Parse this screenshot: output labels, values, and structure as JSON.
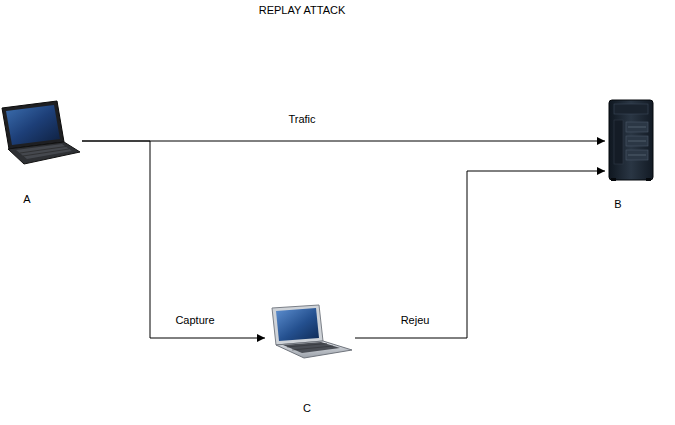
{
  "diagram": {
    "title": "REPLAY ATTACK",
    "nodes": [
      {
        "text": [
          "A"
        ]
      },
      {
        "text": [
          "B"
        ]
      },
      {
        "text": [
          "C"
        ]
      }
    ],
    "edges": [
      {
        "from": 0,
        "to": 1,
        "arrow": "to",
        "label": "Trafic"
      },
      {
        "from": 0,
        "to": 2,
        "arrow": "to",
        "label": "Capture"
      },
      {
        "from": 2,
        "to": 1,
        "arrow": "to",
        "label": "Rejeu"
      }
    ]
  }
}
